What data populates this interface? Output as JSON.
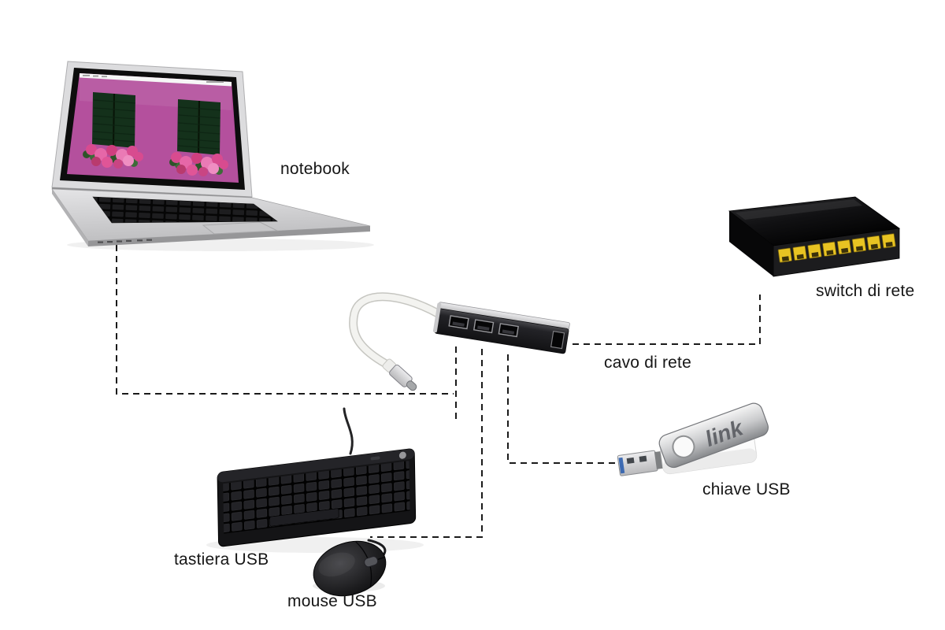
{
  "diagram": {
    "devices": {
      "notebook": {
        "label": "notebook"
      },
      "usb_hub": {
        "label": ""
      },
      "network_switch": {
        "label": "switch di rete"
      },
      "usb_key": {
        "label": "chiave USB",
        "brand_text": "link"
      },
      "keyboard": {
        "label": "tastiera USB"
      },
      "mouse": {
        "label": "mouse USB"
      }
    },
    "cable_label": "cavo di rete",
    "connections": [
      {
        "from": "notebook",
        "to": "usb_hub",
        "style": "dashed"
      },
      {
        "from": "usb_hub",
        "to": "keyboard",
        "style": "dashed"
      },
      {
        "from": "usb_hub",
        "to": "mouse",
        "style": "dashed"
      },
      {
        "from": "usb_hub",
        "to": "usb_key",
        "style": "dashed"
      },
      {
        "from": "usb_hub",
        "to": "network_switch",
        "style": "dashed",
        "label": "cavo di rete"
      }
    ],
    "colors": {
      "background": "#ffffff",
      "connection_line": "#1a1a1a",
      "switch_ports": "#e8c322",
      "screen_wall": "#b4509d",
      "flowers": "#e0569b"
    }
  }
}
